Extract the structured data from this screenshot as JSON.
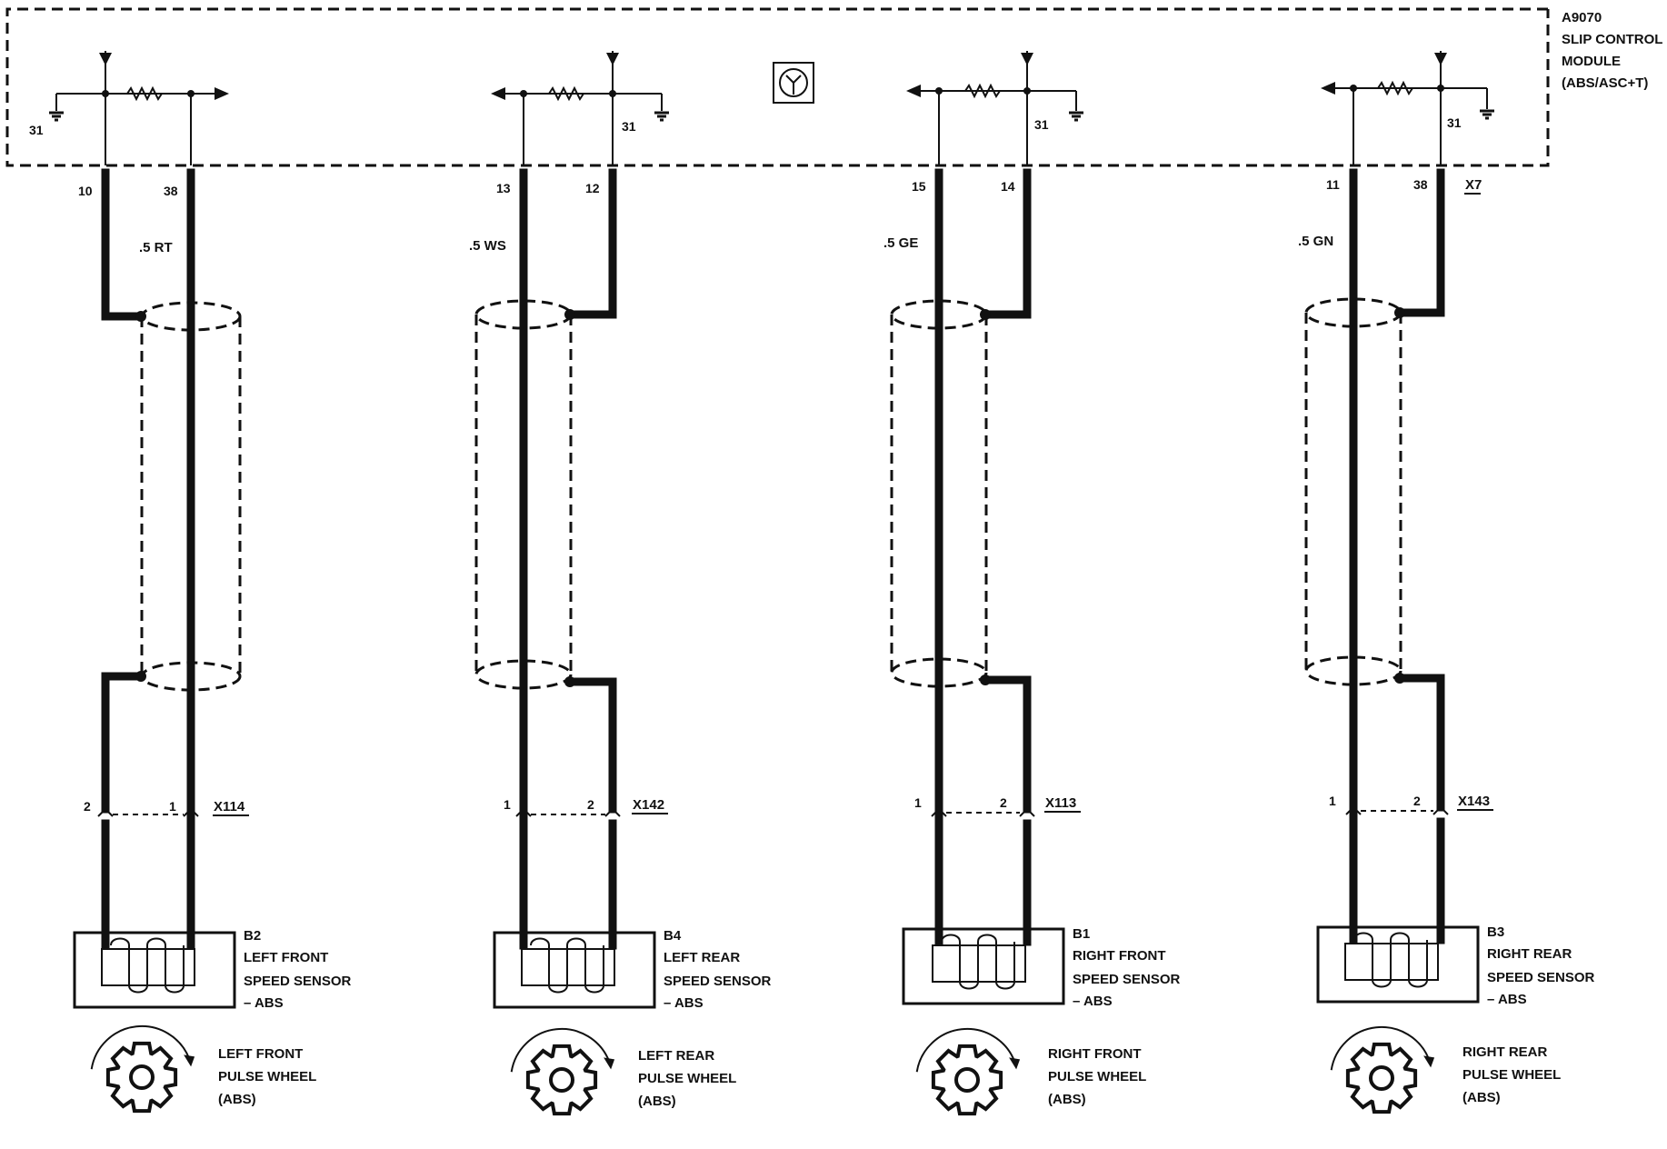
{
  "module": {
    "ref": "A9070",
    "name_line1": "SLIP CONTROL",
    "name_line2": "MODULE",
    "name_line3": "(ABS/ASC+T)",
    "connector": "X7",
    "ground": "31"
  },
  "channels": [
    {
      "pin_a": "10",
      "pin_b": "38",
      "wire": ".5 RT",
      "conn_ref": "X114",
      "conn_pin_a": "2",
      "conn_pin_b": "1",
      "sensor_ref": "B2",
      "sensor_line1": "LEFT FRONT",
      "sensor_line2": "SPEED SENSOR",
      "sensor_line3": "– ABS",
      "wheel_line1": "LEFT FRONT",
      "wheel_line2": "PULSE WHEEL",
      "wheel_line3": "(ABS)"
    },
    {
      "pin_a": "13",
      "pin_b": "12",
      "wire": ".5 WS",
      "conn_ref": "X142",
      "conn_pin_a": "1",
      "conn_pin_b": "2",
      "sensor_ref": "B4",
      "sensor_line1": "LEFT REAR",
      "sensor_line2": "SPEED SENSOR",
      "sensor_line3": "– ABS",
      "wheel_line1": "LEFT REAR",
      "wheel_line2": "PULSE WHEEL",
      "wheel_line3": "(ABS)"
    },
    {
      "pin_a": "15",
      "pin_b": "14",
      "wire": ".5 GE",
      "conn_ref": "X113",
      "conn_pin_a": "1",
      "conn_pin_b": "2",
      "sensor_ref": "B1",
      "sensor_line1": "RIGHT FRONT",
      "sensor_line2": "SPEED SENSOR",
      "sensor_line3": "– ABS",
      "wheel_line1": "RIGHT FRONT",
      "wheel_line2": "PULSE WHEEL",
      "wheel_line3": "(ABS)"
    },
    {
      "pin_a": "11",
      "pin_b": "38",
      "wire": ".5 GN",
      "conn_ref": "X143",
      "conn_pin_a": "1",
      "conn_pin_b": "2",
      "sensor_ref": "B3",
      "sensor_line1": "RIGHT REAR",
      "sensor_line2": "SPEED SENSOR",
      "sensor_line3": "– ABS",
      "wheel_line1": "RIGHT REAR",
      "wheel_line2": "PULSE WHEEL",
      "wheel_line3": "(ABS)"
    }
  ]
}
